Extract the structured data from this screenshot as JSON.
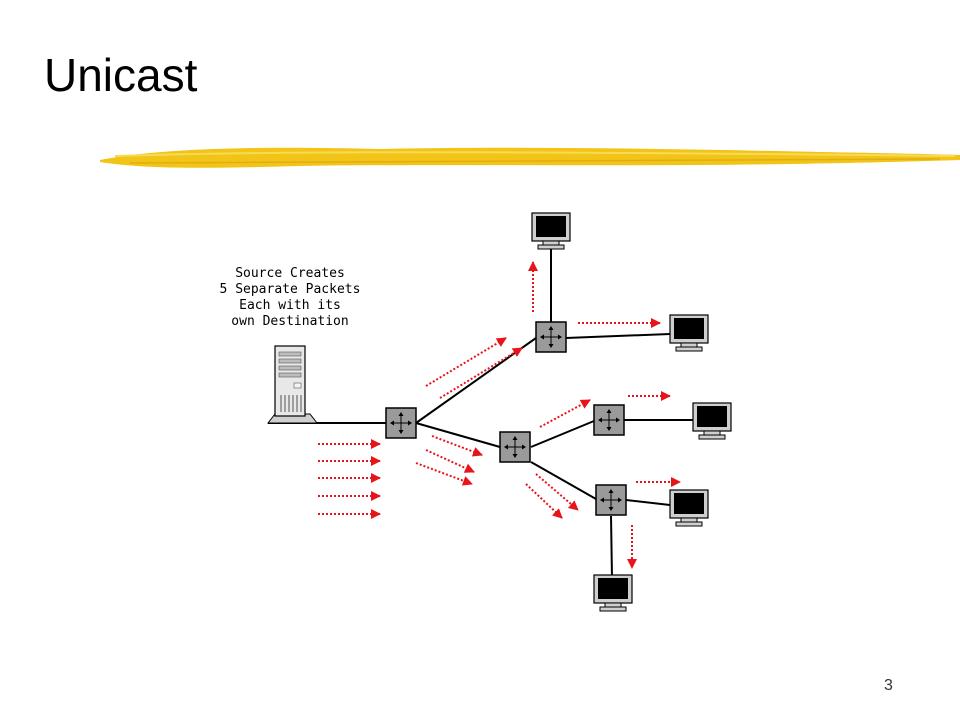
{
  "slide": {
    "title": "Unicast",
    "caption_lines": [
      "Source Creates",
      "5 Separate Packets",
      "Each with its",
      "own Destination"
    ],
    "page_number": "3"
  },
  "colors": {
    "underline_brush": "#f2c418",
    "packet_arrow": "#e8141c",
    "link": "#000000",
    "router_fill": "#9a9a9a",
    "monitor_screen": "#000000",
    "monitor_body": "#cfcfcf"
  },
  "diagram": {
    "nodes": [
      {
        "id": "source",
        "kind": "server",
        "icon": "server-icon"
      },
      {
        "id": "r1",
        "kind": "router",
        "icon": "router-icon"
      },
      {
        "id": "r2",
        "kind": "router",
        "icon": "router-icon"
      },
      {
        "id": "r3",
        "kind": "router",
        "icon": "router-icon"
      },
      {
        "id": "r4",
        "kind": "router",
        "icon": "router-icon"
      },
      {
        "id": "r5",
        "kind": "router",
        "icon": "router-icon"
      },
      {
        "id": "h1",
        "kind": "host",
        "icon": "monitor-icon"
      },
      {
        "id": "h2",
        "kind": "host",
        "icon": "monitor-icon"
      },
      {
        "id": "h3",
        "kind": "host",
        "icon": "monitor-icon"
      },
      {
        "id": "h4",
        "kind": "host",
        "icon": "monitor-icon"
      },
      {
        "id": "h5",
        "kind": "host",
        "icon": "monitor-icon"
      }
    ],
    "links": [
      [
        "source",
        "r1"
      ],
      [
        "r1",
        "r2"
      ],
      [
        "r1",
        "r3"
      ],
      [
        "r2",
        "h1"
      ],
      [
        "r2",
        "h2"
      ],
      [
        "r3",
        "r4"
      ],
      [
        "r3",
        "r5"
      ],
      [
        "r4",
        "h3"
      ],
      [
        "r5",
        "h4"
      ],
      [
        "r5",
        "h5"
      ]
    ],
    "packet_flows": [
      {
        "from": "source",
        "to": "r1",
        "packets": 5
      },
      {
        "from": "r1",
        "to": "r2",
        "packets": 2
      },
      {
        "from": "r1",
        "to": "r3",
        "packets": 3
      },
      {
        "from": "r3",
        "to": "r4",
        "packets": 1
      },
      {
        "from": "r3",
        "to": "r5",
        "packets": 2
      },
      {
        "from": "r2",
        "to": "h1",
        "packets": 1
      },
      {
        "from": "r2",
        "to": "h2",
        "packets": 1
      },
      {
        "from": "r4",
        "to": "h3",
        "packets": 1
      },
      {
        "from": "r5",
        "to": "h4",
        "packets": 1
      },
      {
        "from": "r5",
        "to": "h5",
        "packets": 1
      }
    ]
  }
}
